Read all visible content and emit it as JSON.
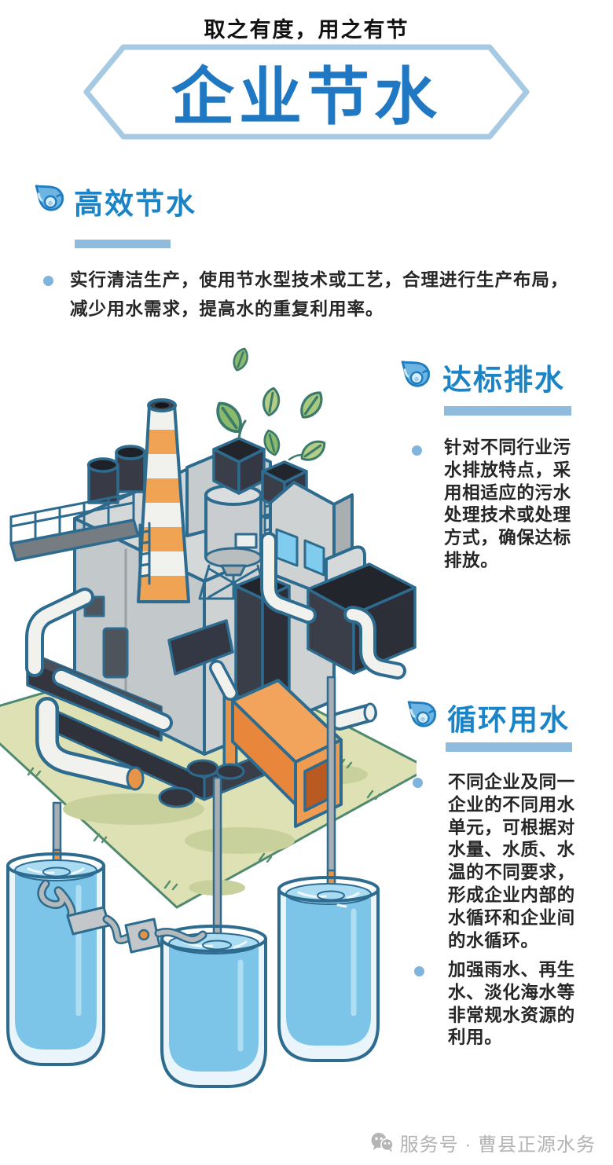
{
  "header": {
    "slogan": "取之有度，用之有节",
    "banner_title": "企业节水"
  },
  "sections": [
    {
      "title": "高效节水",
      "bullets": [
        "实行清洁生产，使用节水型技术或工艺，合理进行生产布局，\n减少用水需求，提高水的重复利用率。"
      ]
    },
    {
      "title": "达标排水",
      "bullets": [
        "针对不同行业污\n水排放特点，采\n用相适应的污水\n处理技术或处理\n方式，确保达标\n排放。"
      ]
    },
    {
      "title": "循环用水",
      "bullets": [
        "不同企业及同一\n企业的不同用水\n单元，可根据对\n水量、水质、水\n温的不同要求，\n形成企业内部的\n水循环和企业间\n的水循环。",
        "加强雨水、再生\n水、淡化海水等\n非常规水资源的\n利用。"
      ]
    }
  ],
  "footer": {
    "account_label": "服务号 · 曹县正源水务"
  },
  "icons": {
    "section_icon": "water-drop-mascot-icon",
    "footer_icon": "wechat-official-account-icon"
  },
  "illustration": {
    "name": "eco-factory-with-water-recycling-jars"
  },
  "colors": {
    "accent_blue": "#1b84c7",
    "banner_text_blue": "#2078c2",
    "hexagon_border": "#a6c9e4",
    "underline_blue": "#8fbcdd",
    "bullet_dot_blue": "#7fb4dc",
    "body_text": "#262626",
    "footer_gray": "#b3b3b3",
    "factory_orange": "#ef9b51",
    "platform_green": "#dde1b3",
    "water_blue": "#7cc5e9"
  }
}
